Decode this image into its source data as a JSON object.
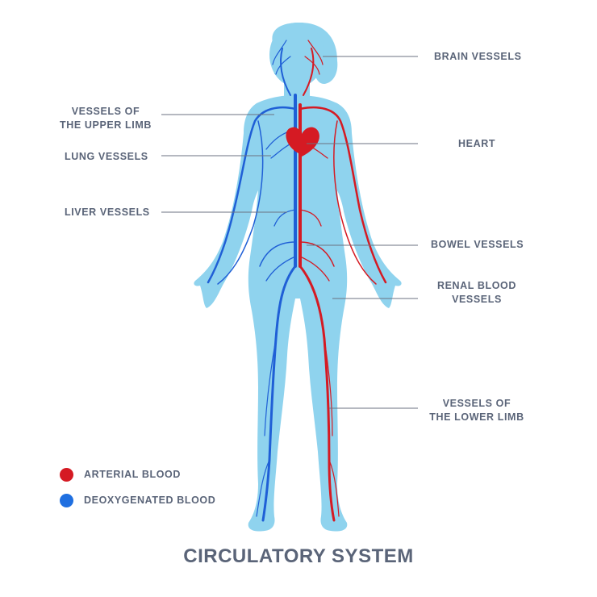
{
  "labels": {
    "brain": "BRAIN VESSELS",
    "heart": "HEART",
    "upper_limb_1": "VESSELS OF",
    "upper_limb_2": "THE UPPER LIMB",
    "lung": "LUNG VESSELS",
    "liver": "LIVER VESSELS",
    "bowel": "BOWEL VESSELS",
    "renal_1": "RENAL BLOOD",
    "renal_2": "VESSELS",
    "lower_limb_1": "VESSELS OF",
    "lower_limb_2": "THE LOWER LIMB"
  },
  "legend": {
    "arterial": "ARTERIAL BLOOD",
    "deoxygenated": "DEOXYGENATED BLOOD"
  },
  "title": "CIRCULATORY SYSTEM",
  "colors": {
    "body": "#8fd3ee",
    "artery": "#d51a23",
    "vein": "#1f5fd6",
    "leader": "#6b7280",
    "text": "#5a6478"
  }
}
